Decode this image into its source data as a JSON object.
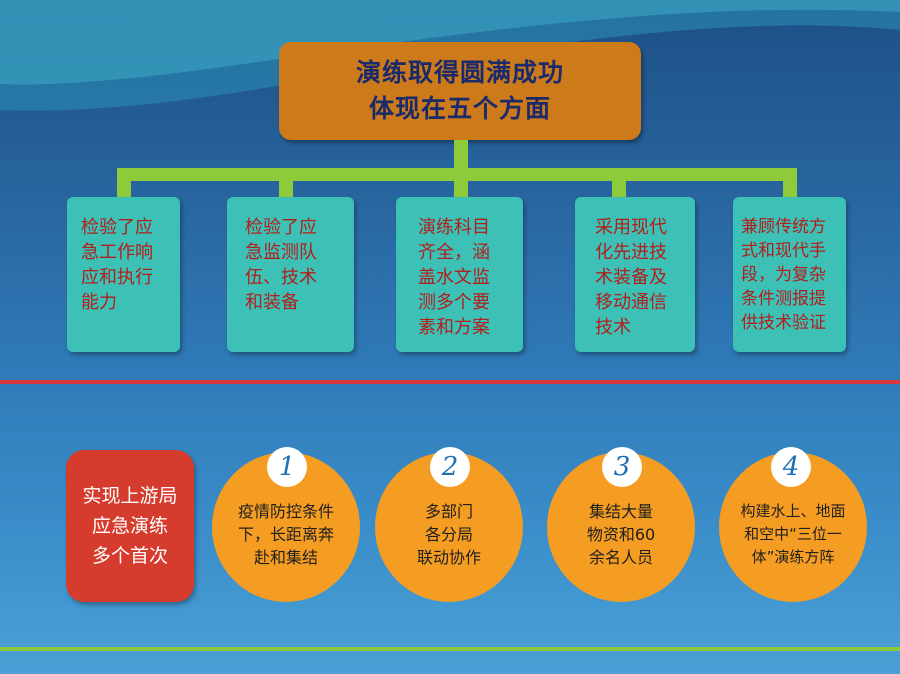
{
  "title": {
    "line1": "演练取得圆满成功",
    "line2": "体现在五个方面"
  },
  "aspects": [
    {
      "lines": [
        "检验了应",
        "急工作响",
        "应和执行",
        "能力"
      ]
    },
    {
      "lines": [
        "检验了应",
        "急监测队",
        "伍、技术",
        "和装备"
      ]
    },
    {
      "lines": [
        "演练科目",
        "齐全，涵",
        "盖水文监",
        "测多个要",
        "素和方案"
      ]
    },
    {
      "lines": [
        "采用现代",
        "化先进技",
        "术装备及",
        "移动通信",
        "技术"
      ]
    },
    {
      "lines": [
        "兼顾传统方",
        "式和现代手",
        "段，为复杂",
        "条件测报提",
        "供技术验证"
      ]
    }
  ],
  "firsts": {
    "heading_lines": [
      "实现上游局",
      "应急演练",
      "多个首次"
    ],
    "items": [
      {
        "number": "1",
        "lines": [
          "疫情防控条件",
          "下，长距离奔",
          "赴和集结"
        ]
      },
      {
        "number": "2",
        "lines": [
          "多部门",
          "各分局",
          "联动协作"
        ]
      },
      {
        "number": "3",
        "lines": [
          "集结大量",
          "物资和60",
          "余名人员"
        ]
      },
      {
        "number": "4",
        "lines": [
          "构建水上、地面",
          "和空中“三位一",
          "体”演练方阵"
        ]
      }
    ]
  },
  "colors": {
    "title_box": "#cd7a1a",
    "aspect_box": "#3dc0b6",
    "aspect_text": "#b0201c",
    "connector": "#8ecb3a",
    "firsts_box": "#d63c2e",
    "circle": "#f59d22",
    "badge_number": "#1d6fb8"
  }
}
